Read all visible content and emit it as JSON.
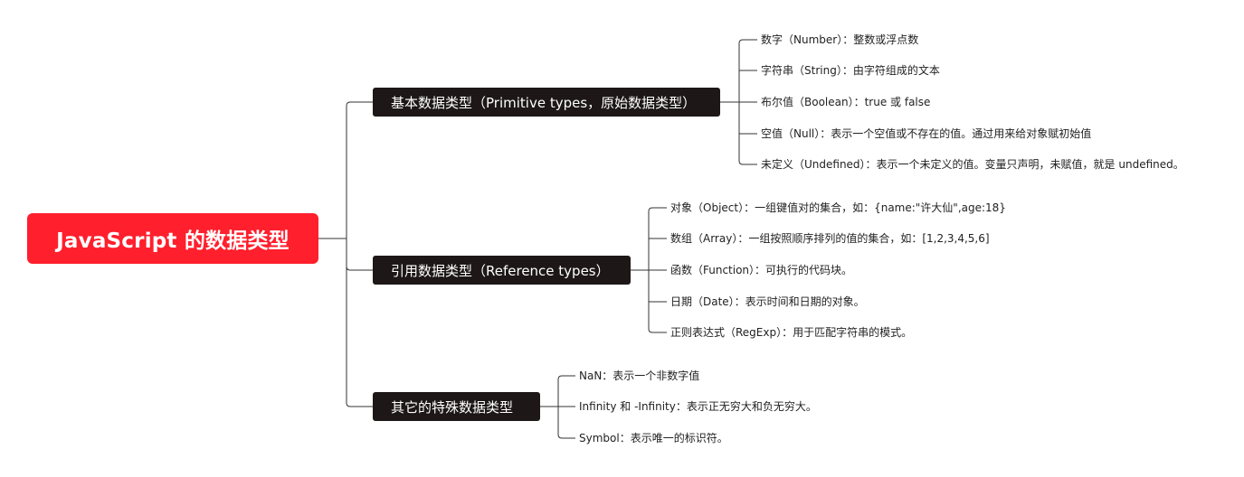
{
  "root": {
    "label": "JavaScript 的数据类型"
  },
  "branches": [
    {
      "label": "基本数据类型（Primitive types，原始数据类型）",
      "items": [
        "数字（Number）：整数或浮点数",
        "字符串（String）：由字符组成的文本",
        "布尔值（Boolean）：true 或 false",
        "空值（Null）：表示一个空值或不存在的值。通过用来给对象赋初始值",
        "未定义（Undefined）：表示一个未定义的值。变量只声明，未赋值，就是 undefined。"
      ]
    },
    {
      "label": "引用数据类型（Reference types）",
      "items": [
        "对象（Object）：一组键值对的集合，如：{name:\"许大仙\",age:18}",
        "数组（Array）：一组按照顺序排列的值的集合，如：[1,2,3,4,5,6]",
        "函数（Function）：可执行的代码块。",
        "日期（Date）：表示时间和日期的对象。",
        "正则表达式（RegExp）：用于匹配字符串的模式。"
      ]
    },
    {
      "label": "其它的特殊数据类型",
      "items": [
        "NaN：表示一个非数字值",
        "Infinity 和 -Infinity：表示正无穷大和负无穷大。",
        "Symbol：表示唯一的标识符。"
      ]
    }
  ]
}
